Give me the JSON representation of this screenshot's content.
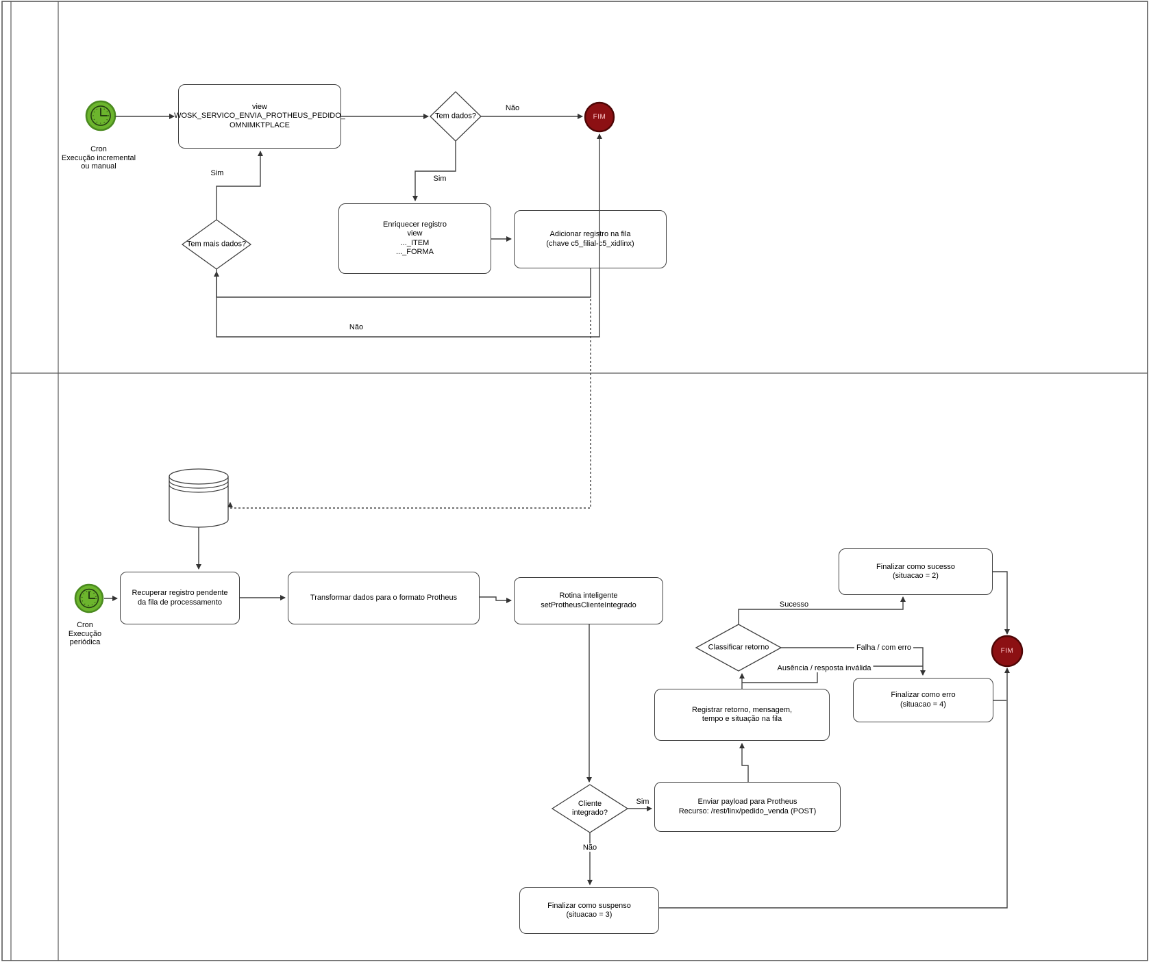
{
  "diagram_type": "flowchart-bpmn",
  "colors": {
    "start_event_fill": "#6cb52d",
    "start_event_stroke": "#4a8a1f",
    "start_event_glyph": "#254012",
    "end_event_fill": "#8c1013",
    "end_event_stroke": "#4d0606",
    "end_event_text": "#ffc9cc",
    "edge": "#424242",
    "node_border": "#3f3f3f",
    "pool_border": "#595959"
  },
  "nodes": [
    {
      "id": "view_box",
      "lines": [
        "view",
        "WOSK_SERVICO_ENVIA_PROTHEUS_PEDIDO_",
        "OMNIMKTPLACE"
      ]
    },
    {
      "id": "enriquecer",
      "lines": [
        "Enriquecer registro",
        "view",
        "..._ITEM",
        "..._FORMA"
      ]
    },
    {
      "id": "adicionar",
      "lines": [
        "Adicionar registro na fila",
        "(chave c5_filial-c5_xidlinx)"
      ]
    },
    {
      "id": "recuperar",
      "lines": [
        "Recuperar registro pendente",
        "da fila de processamento"
      ]
    },
    {
      "id": "transformar",
      "lines": [
        "Transformar dados para o formato Protheus"
      ]
    },
    {
      "id": "rotina",
      "lines": [
        "Rotina inteligente",
        "setProtheusClienteIntegrado"
      ]
    },
    {
      "id": "registrar",
      "lines": [
        "Registrar retorno, mensagem,",
        "tempo e situação na fila"
      ]
    },
    {
      "id": "enviar",
      "lines": [
        "Enviar payload para Protheus",
        "Recurso: /rest/linx/pedido_venda (POST)"
      ]
    },
    {
      "id": "finalizar_sucesso",
      "lines": [
        "Finalizar como sucesso",
        "(situacao = 2)"
      ]
    },
    {
      "id": "finalizar_erro",
      "lines": [
        "Finalizar como erro",
        "(situacao = 4)"
      ]
    },
    {
      "id": "finalizar_suspenso",
      "lines": [
        "Finalizar como suspenso",
        "(situacao = 3)"
      ]
    }
  ],
  "decisions": [
    {
      "id": "tem_dados",
      "lines": [
        "Tem dados?"
      ]
    },
    {
      "id": "tem_mais_dados",
      "lines": [
        "Tem mais dados?"
      ]
    },
    {
      "id": "cliente_integrado",
      "lines": [
        "Cliente",
        "integrado?"
      ]
    },
    {
      "id": "classificar_retorno",
      "lines": [
        "Classificar retorno"
      ]
    }
  ],
  "events": [
    {
      "id": "start1",
      "type": "timer-start",
      "text": "",
      "label_lines": [
        "Cron",
        "Execução incremental",
        "ou manual"
      ]
    },
    {
      "id": "start2",
      "type": "timer-start",
      "text": "",
      "label_lines": [
        "Cron",
        "Execução",
        "periódica"
      ]
    },
    {
      "id": "fim1",
      "type": "end",
      "text": "FIM",
      "label_lines": []
    },
    {
      "id": "fim2",
      "type": "end",
      "text": "FIM",
      "label_lines": []
    }
  ],
  "edge_labels": [
    {
      "id": "nao1",
      "text": "Não"
    },
    {
      "id": "sim1",
      "text": "Sim"
    },
    {
      "id": "sim2",
      "text": "Sim"
    },
    {
      "id": "nao2",
      "text": "Não"
    },
    {
      "id": "sim3",
      "text": "Sim"
    },
    {
      "id": "nao3",
      "text": "Não"
    },
    {
      "id": "sucesso",
      "text": "Sucesso"
    },
    {
      "id": "falha",
      "text": "Falha / com erro"
    },
    {
      "id": "ausencia",
      "text": "Ausência / resposta inválida"
    }
  ],
  "database": {
    "id": "queue_db",
    "label": ""
  }
}
